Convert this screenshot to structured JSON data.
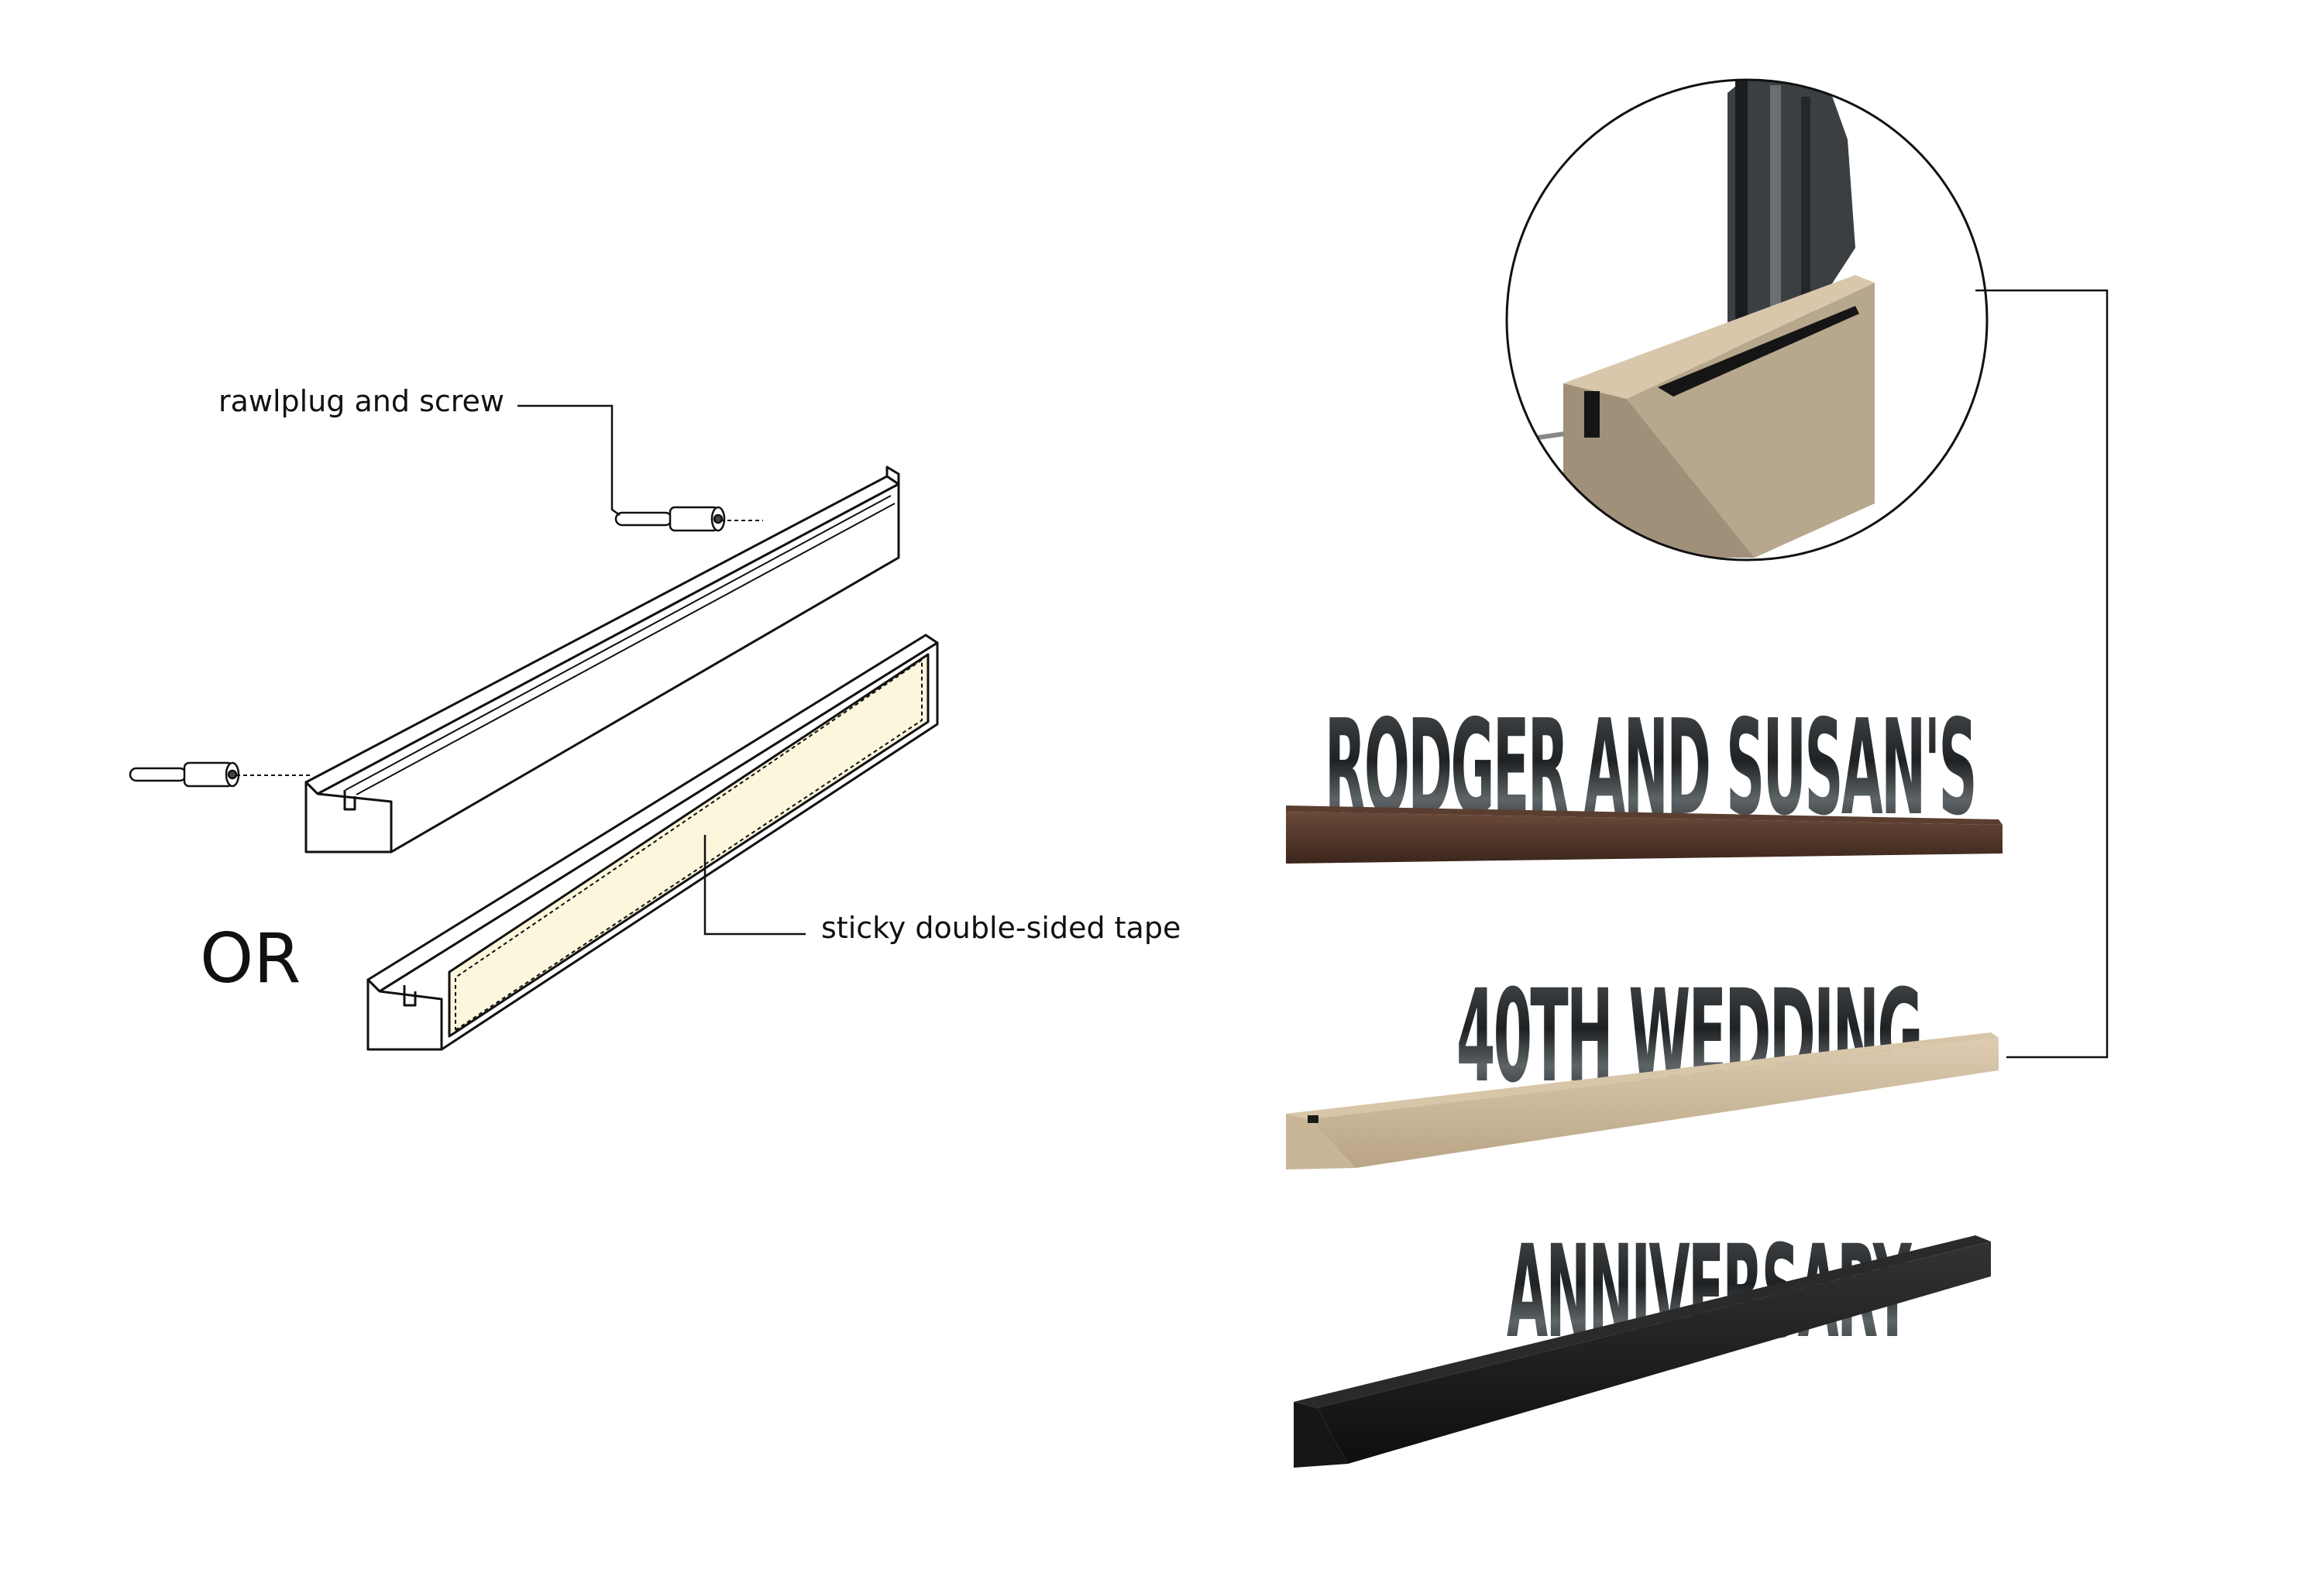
{
  "labels": {
    "rawlplug": "rawlplug and screw",
    "tape": "sticky double-sided tape",
    "or": "OR"
  },
  "signs": [
    {
      "text": "RODGER AND SUSAN'S",
      "finish": "dark walnut",
      "base_color": "#4a3125"
    },
    {
      "text": "40TH WEDDING",
      "finish": "light oak",
      "base_color": "#c9b79a"
    },
    {
      "text": "ANNIVERSARY",
      "finish": "black",
      "base_color": "#1a1a1a"
    }
  ],
  "colors": {
    "line": "#111111",
    "tape_fill": "#fbf6dc",
    "letter_fill": "#2a2d2f"
  },
  "icons": {
    "screw": "rawlplug-screw-icon",
    "zoom": "magnifier-circle"
  }
}
